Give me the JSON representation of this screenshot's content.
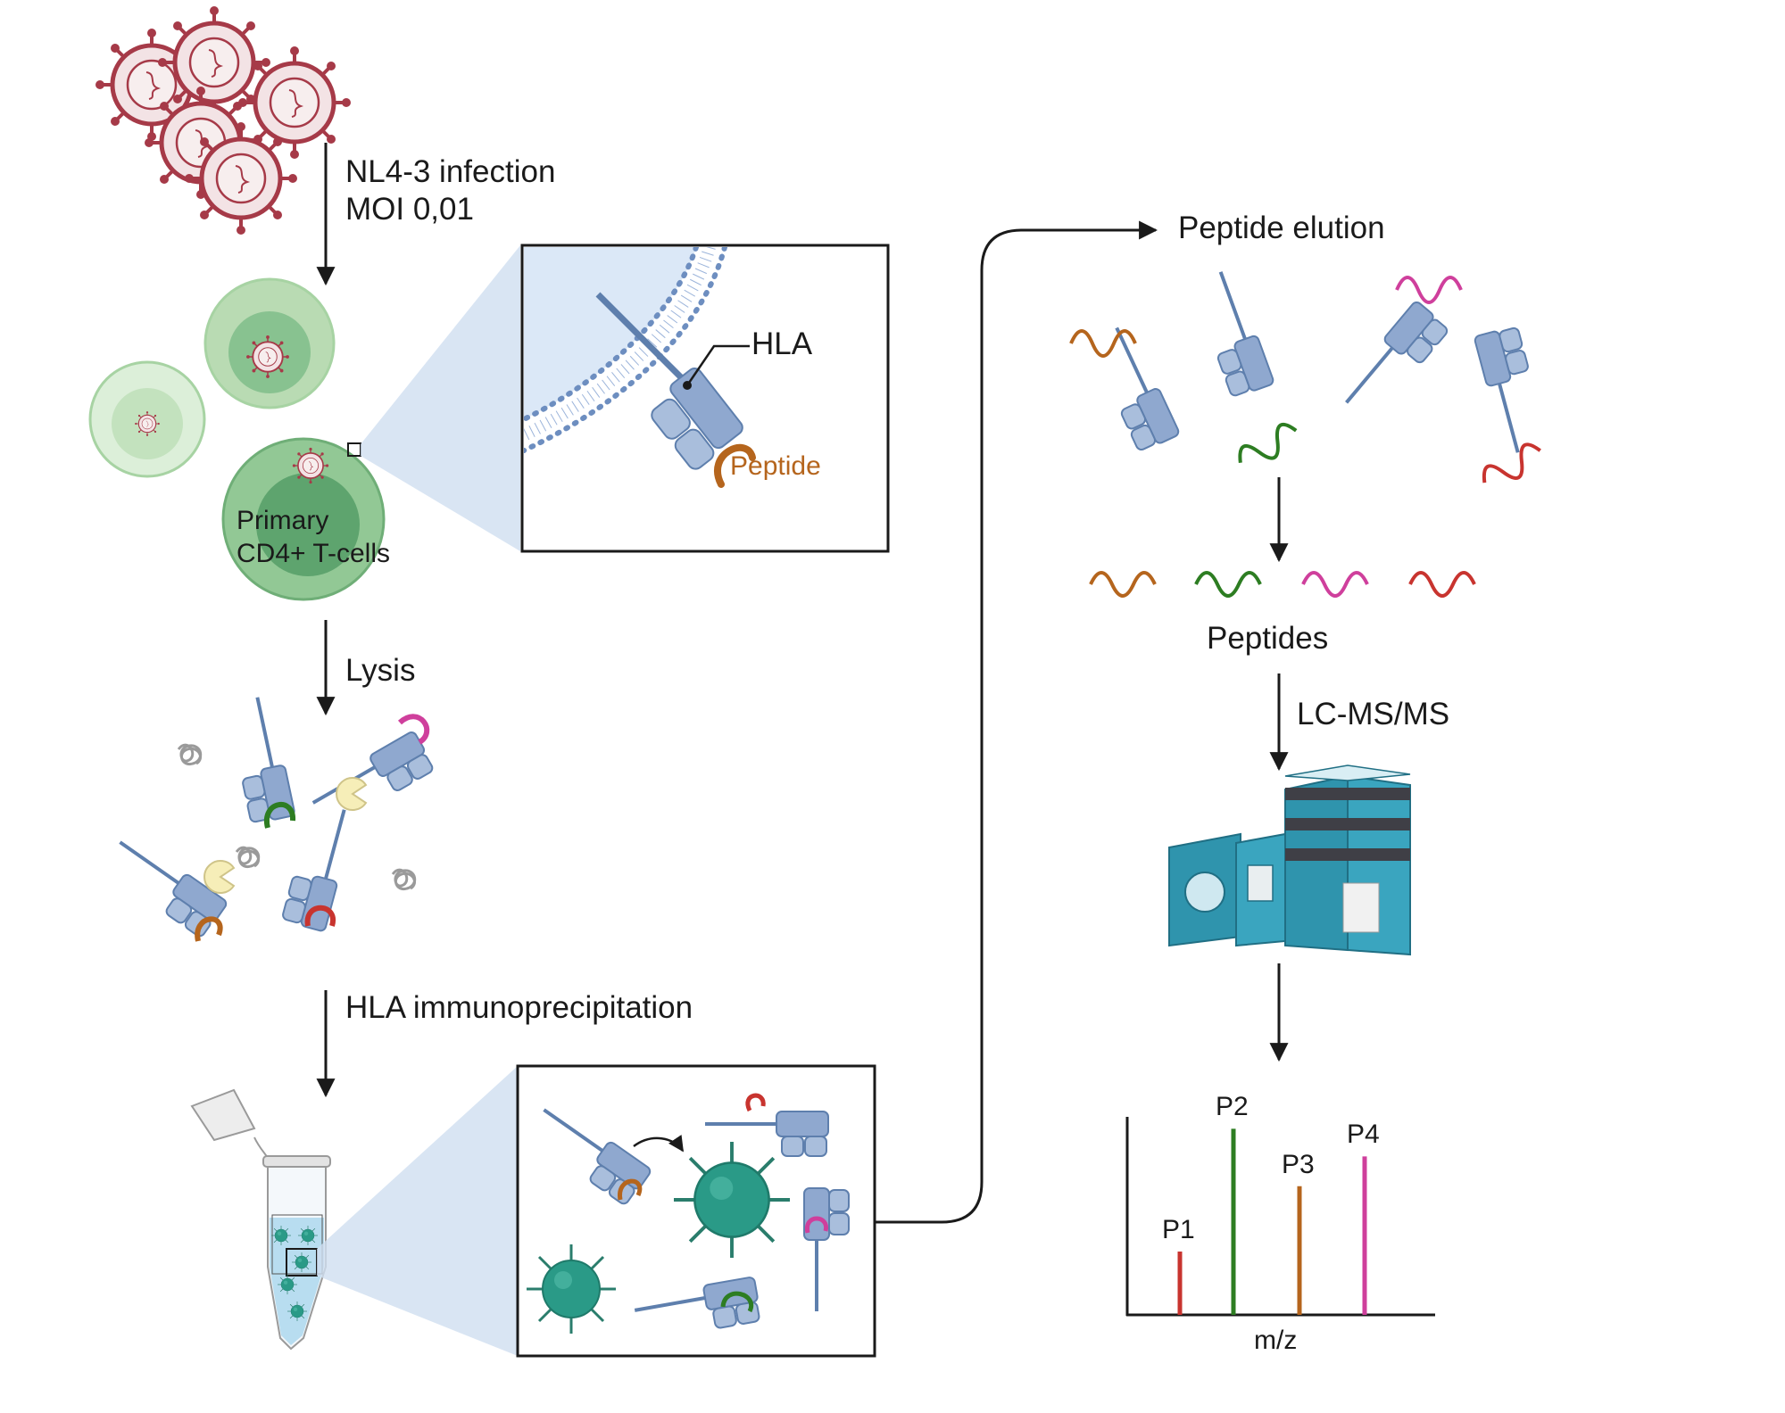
{
  "labels": {
    "infection_line1": "NL4-3 infection",
    "infection_line2": "MOI 0,01",
    "hla_label": "HLA",
    "peptide_label": "Peptide",
    "cell_label_line1": "Primary",
    "cell_label_line2": "CD4+ T-cells",
    "lysis": "Lysis",
    "hla_ip": "HLA immunoprecipitation",
    "peptide_elution": "Peptide elution",
    "peptides": "Peptides",
    "lcms": "LC-MS/MS",
    "xaxis": "m/z"
  },
  "colors": {
    "arrow": "#1a1a1a",
    "virus": "#a63a48",
    "cell_dark": "#5ea46e",
    "cell_light": "#a7d3a3",
    "hla": "#8fa8cf",
    "hla_stroke": "#5e7fad",
    "membrane": "#6d8ec0",
    "zoom": "#cfdff0",
    "bead": "#2a9a87",
    "instrument": "#2f94ad",
    "tube_liquid": "#b8ddf0"
  },
  "chart_data": {
    "type": "bar",
    "xlabel": "m/z",
    "ylabel": "",
    "categories": [
      "P1",
      "P2",
      "P3",
      "P4"
    ],
    "values": [
      0.32,
      0.94,
      0.65,
      0.8
    ],
    "colors": [
      "#c8342f",
      "#2d7d22",
      "#b5651d",
      "#cf3f9c"
    ]
  }
}
